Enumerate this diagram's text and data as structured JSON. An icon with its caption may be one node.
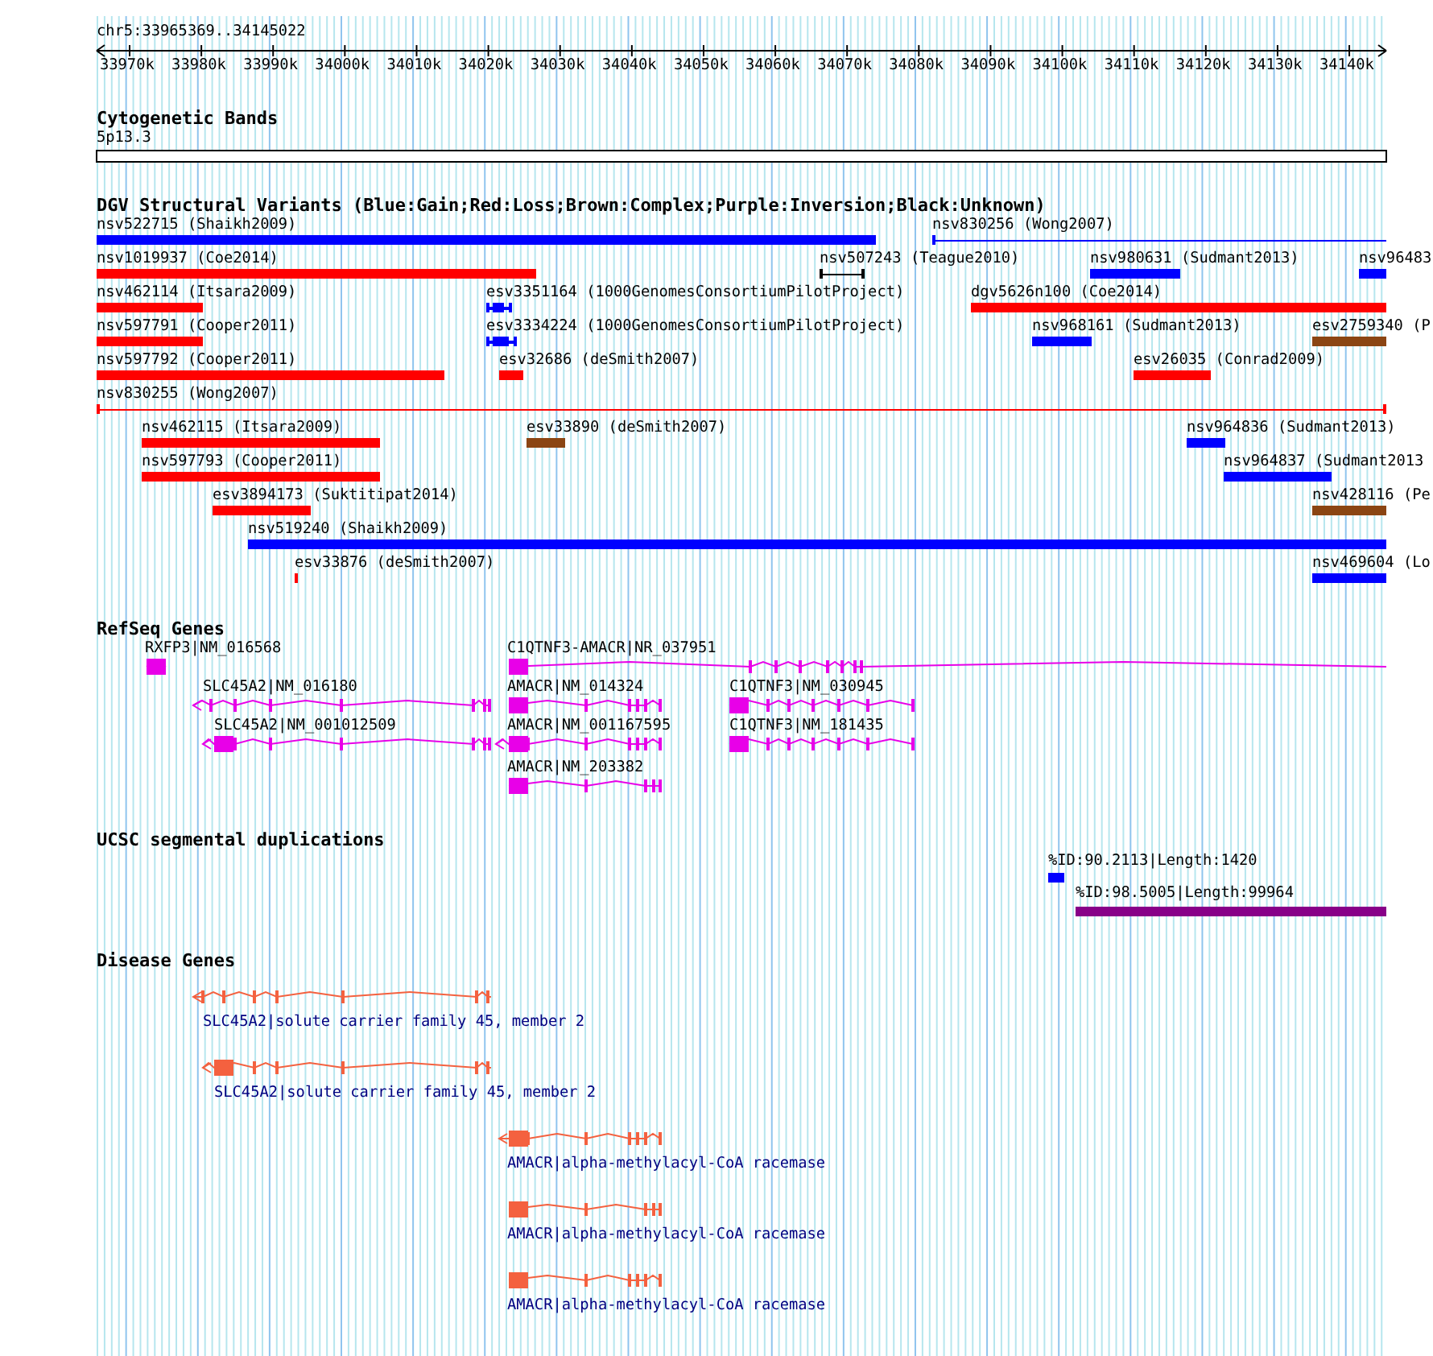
{
  "diagram": {
    "labels": [
      "chr5:33965369..34145022",
      "33970k",
      "33980k",
      "33990k",
      "34000k",
      "34010k",
      "34020k",
      "34030k",
      "34040k",
      "34050k",
      "34060k",
      "34070k",
      "34080k",
      "34090k",
      "34100k",
      "34110k",
      "34120k",
      "34130k",
      "34140k",
      "Cytogenetic Bands",
      "5p13.3",
      "DGV Structural Variants (Blue:Gain;Red:Loss;Brown:Complex;Purple:Inversion;Black:Unknown)",
      "nsv522715 (Shaikh2009)",
      "nsv830256 (Wong2007)",
      "nsv1019937 (Coe2014)",
      "nsv507243 (Teague2010)",
      "nsv980631 (Sudmant2013)",
      "nsv96483",
      "nsv462114 (Itsara2009)",
      "esv3351164 (1000GenomesConsortiumPilotProject)",
      "dgv5626n100 (Coe2014)",
      "nsv597791 (Cooper2011)",
      "esv3334224 (1000GenomesConsortiumPilotProject)",
      "nsv968161 (Sudmant2013)",
      "esv2759340 (P",
      "nsv597792 (Cooper2011)",
      "esv32686 (deSmith2007)",
      "esv26035 (Conrad2009)",
      "nsv830255 (Wong2007)",
      "nsv462115 (Itsara2009)",
      "esv33890 (deSmith2007)",
      "nsv964836 (Sudmant2013)",
      "nsv597793 (Cooper2011)",
      "nsv964837 (Sudmant2013",
      "esv3894173 (Suktitipat2014)",
      "nsv428116 (Pe",
      "nsv519240 (Shaikh2009)",
      "esv33876 (deSmith2007)",
      "nsv469604 (Lo",
      "RefSeq Genes",
      "RXFP3|NM_016568",
      "C1QTNF3-AMACR|NR_037951",
      "SLC45A2|NM_016180",
      "AMACR|NM_014324",
      "C1QTNF3|NM_030945",
      "SLC45A2|NM_001012509",
      "AMACR|NM_001167595",
      "C1QTNF3|NM_181435",
      "AMACR|NM_203382",
      "UCSC segmental duplications",
      "%ID:90.2113|Length:1420",
      "%ID:98.5005|Length:99964",
      "Disease Genes",
      "SLC45A2|solute carrier family 45, member 2",
      "SLC45A2|solute carrier family 45, member 2",
      "AMACR|alpha-methylacyl-CoA racemase",
      "AMACR|alpha-methylacyl-CoA racemase",
      "AMACR|alpha-methylacyl-CoA racemase"
    ]
  }
}
